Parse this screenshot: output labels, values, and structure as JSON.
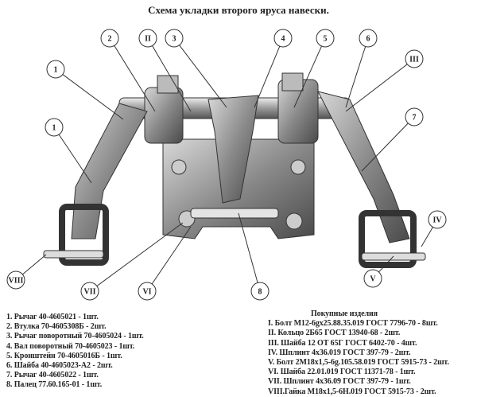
{
  "title": "Схема укладки второго яруса навески.",
  "callouts": [
    "1",
    "1",
    "2",
    "II",
    "3",
    "4",
    "5",
    "6",
    "III",
    "7",
    "IV",
    "V",
    "VIII",
    "VII",
    "VI",
    "8"
  ],
  "parts": [
    "1. Рычаг 40-4605021 - 1шт.",
    "2. Втулка 70-4605308Б - 2шт.",
    "3. Рычаг поворотный 70-4605024 - 1шт.",
    "4. Вал поворотный 70-4605023 - 1шт.",
    "5. Кронштейн 70-4605016Б - 1шт.",
    "6. Шайба 40-4605023-А2 - 2шт.",
    "7. Рычаг 40-4605022 - 1шт.",
    "8. Палец 77.60.165-01 - 1шт."
  ],
  "purchased": {
    "heading": "Покупные изделия",
    "items": [
      "I. Болт М12-6gx25.88.35.019 ГОСТ 7796-70 - 8шт.",
      "II. Кольцо 2Б65 ГОСТ 13940-68 - 2шт.",
      "III. Шайба 12 ОТ 65Г ГОСТ 6402-70 - 4шт.",
      "IV. Шплинт 4x36.019 ГОСТ 397-79 - 2шт.",
      "V. Болт 2М18x1,5-6g.105.58.019 ГОСТ 5915-73 - 2шт.",
      "VI. Шайба 22.01.019 ГОСТ 11371-78 - 1шт.",
      "VII. Шплинт 4x36.09 ГОСТ 397-79 - 1шт.",
      "VIII.Гайка М18x1,5-6Н.019 ГОСТ 5915-73 - 2шт."
    ]
  }
}
